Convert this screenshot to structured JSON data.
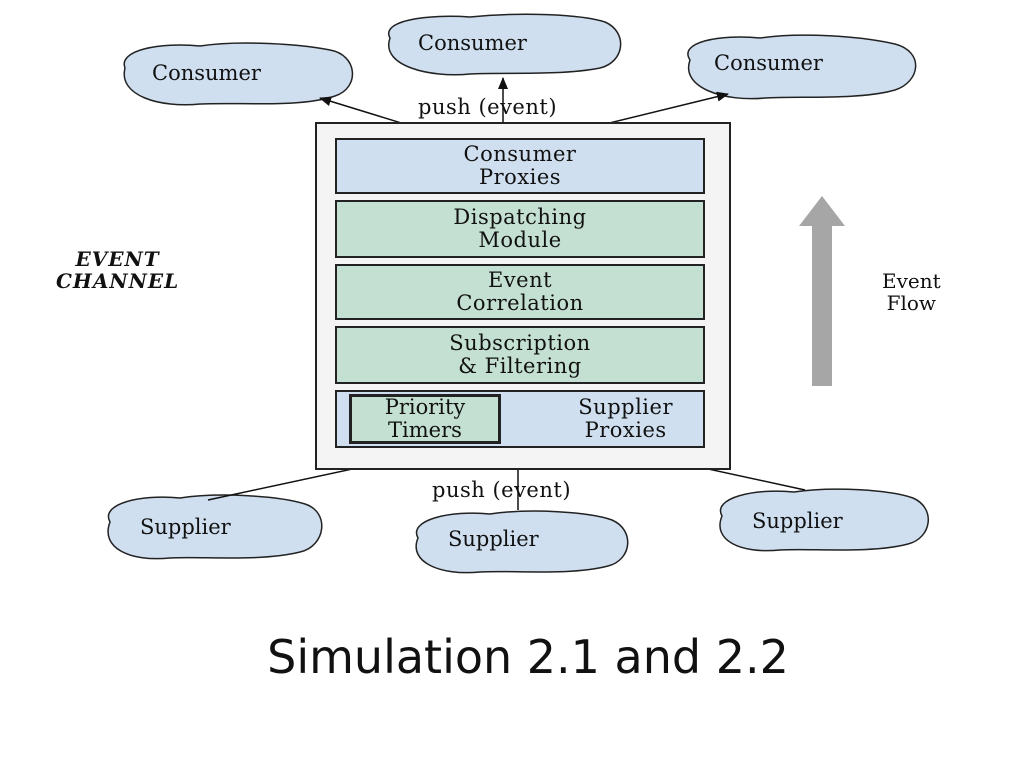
{
  "diagram": {
    "consumers": [
      "Consumer",
      "Consumer",
      "Consumer"
    ],
    "suppliers": [
      "Supplier",
      "Supplier",
      "Supplier"
    ],
    "push_top": "push (event)",
    "push_bottom": "push (event)",
    "layers": {
      "consumer_proxies": "Consumer\nProxies",
      "dispatching_module": "Dispatching\nModule",
      "event_correlation": "Event\nCorrelation",
      "subscription_filtering": "Subscription\n& Filtering",
      "priority_timers": "Priority\nTimers",
      "supplier_proxies": "Supplier\nProxies"
    },
    "event_channel_label": "EVENT\nCHANNEL",
    "event_flow_label": "Event\nFlow"
  },
  "title": "Simulation 2.1 and 2.2",
  "colors": {
    "cloud_fill": "#cfdff0",
    "blue_layer": "#cfdff0",
    "green_layer": "#c4e0d2",
    "flow_arrow": "#a6a6a6"
  }
}
